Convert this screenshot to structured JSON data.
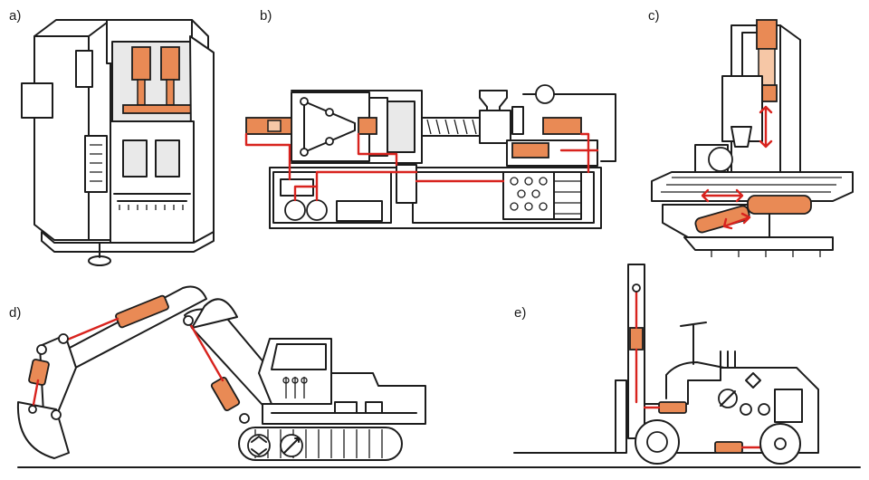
{
  "panels": [
    {
      "id": "a",
      "label": "a)"
    },
    {
      "id": "b",
      "label": "b)"
    },
    {
      "id": "c",
      "label": "c)"
    },
    {
      "id": "d",
      "label": "d)"
    },
    {
      "id": "e",
      "label": "e)"
    }
  ],
  "colors": {
    "cylinder": "#e98a55",
    "hydraulic_line": "#d8231e",
    "outline": "#1c1c1c",
    "housing": "#e9e9e9"
  }
}
